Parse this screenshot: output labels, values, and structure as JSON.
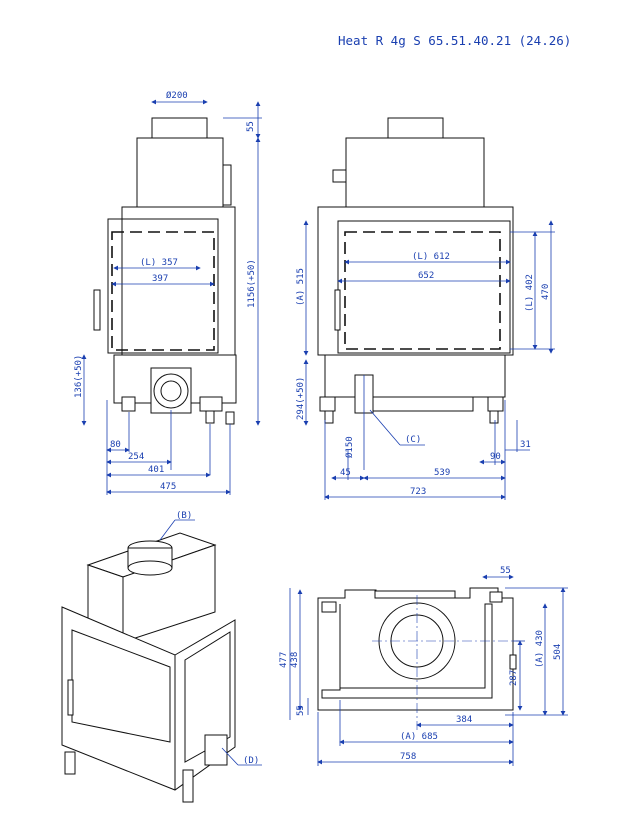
{
  "title": "Heat R 4g S 65.51.40.21 (24.26)",
  "front_view": {
    "flue_diameter": "Ø200",
    "top_offset": "55",
    "total_height": "1156(+50)",
    "inner_width": "(L) 357",
    "glass_width": "397",
    "left_height": "136(+50)",
    "dim_80": "80",
    "dim_254": "254",
    "dim_401": "401",
    "dim_475": "475"
  },
  "side_view": {
    "opening_height": "(A) 515",
    "inner_length": "(L) 612",
    "glass_length": "652",
    "inner_height": "(L) 402",
    "glass_height": "470",
    "base_height": "294(+50)",
    "air_inlet": "Ø150",
    "label_c": "(C)",
    "dim_31": "31",
    "dim_90": "90",
    "dim_45": "45",
    "dim_539": "539",
    "dim_723": "723"
  },
  "iso_view": {
    "label_b": "(B)",
    "label_d": "(D)"
  },
  "top_view": {
    "dim_55_top": "55",
    "dim_477": "477",
    "dim_438": "438",
    "dim_55_left": "55",
    "dim_430": "(A) 430",
    "dim_504": "504",
    "dim_287": "287",
    "dim_384": "384",
    "dim_685": "(A) 685",
    "dim_758": "758"
  }
}
